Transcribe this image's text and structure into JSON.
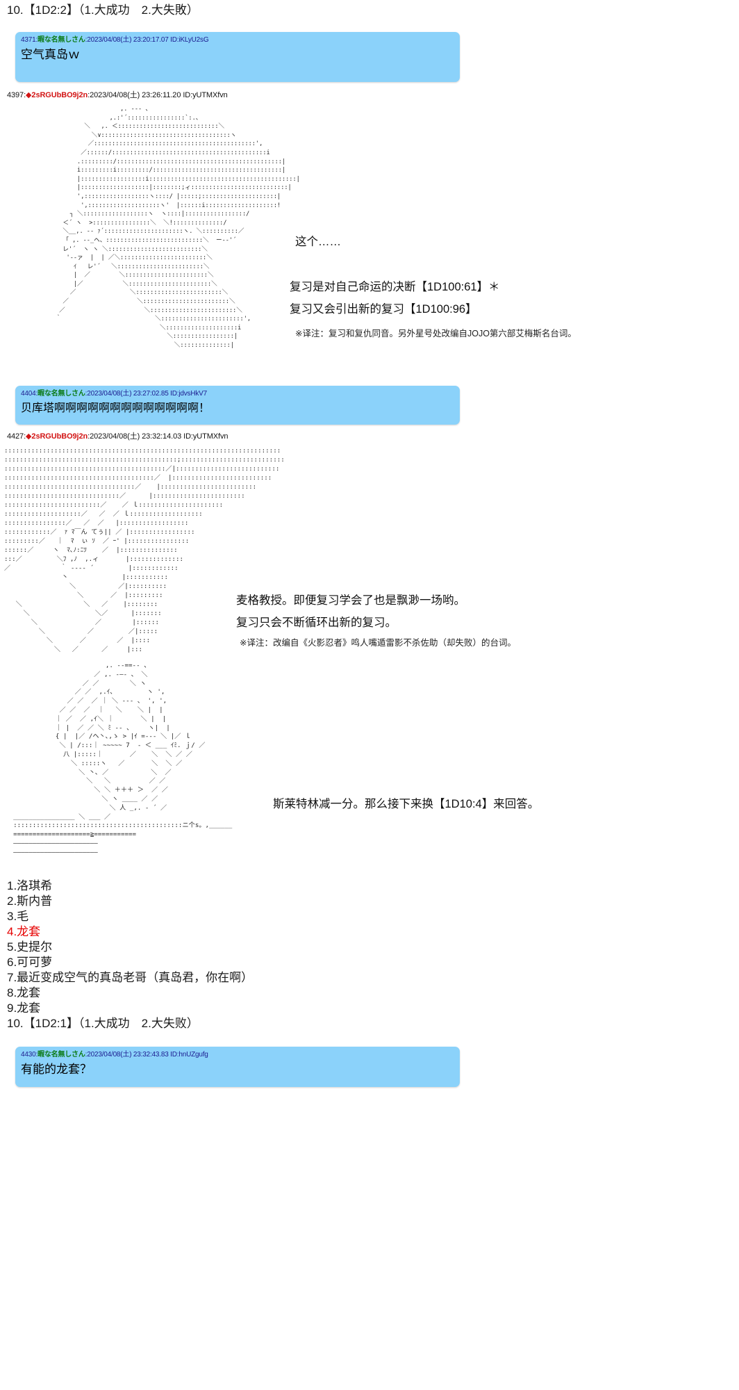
{
  "page": {
    "title": "AA thread page",
    "background_color": "#ffffff",
    "bubble_color": "#8bd2fa",
    "name_color": "#0b7a15",
    "trip_color": "#d21414",
    "highlight_color": "#e60000"
  },
  "top_choice": "10.【1D2:2】（1.大成功　2.大失敗）",
  "posts": [
    {
      "id": "post-4371",
      "style": "bubble",
      "number": "4371",
      "separator1": ":",
      "name": "暇な名無しさん",
      "separator2": ":",
      "date": "2023/04/08(土) 23:20:17.07",
      "user_id": "ID:iKLyU2sG",
      "body": "空气真岛ｗ"
    },
    {
      "id": "post-4397",
      "style": "plain",
      "number": "4397",
      "separator1": ":",
      "diamond": "◆",
      "tripcode": "2sRGUbBO9j",
      "tripcode_tail": "2n",
      "separator2": ":",
      "date": "2023/04/08(土) 23:26:11.20",
      "user_id": "ID:yUTMXfvn"
    },
    {
      "id": "post-4404",
      "style": "bubble",
      "number": "4404",
      "separator1": ":",
      "name": "暇な名無しさん",
      "separator2": ":",
      "date": "2023/04/08(土) 23:27:02.85",
      "user_id": "ID:jdvsHkV7",
      "body": "贝库塔啊啊啊啊啊啊啊啊啊啊啊啊啊！"
    },
    {
      "id": "post-4427",
      "style": "plain",
      "number": "4427",
      "separator1": ":",
      "diamond": "◆",
      "tripcode": "2sRGUbBO9j",
      "tripcode_tail": "2n",
      "separator2": ":",
      "date": "2023/04/08(土) 23:32:14.03",
      "user_id": "ID:yUTMXfvn"
    },
    {
      "id": "post-4430",
      "style": "bubble",
      "number": "4430",
      "separator1": ":",
      "name": "暇な名無しさん",
      "separator2": ":",
      "date": "2023/04/08(土) 23:32:43.83",
      "user_id": "ID:hnUZgufg",
      "body": "有能的龙套？"
    }
  ],
  "scene1": {
    "aa": "                  ,. -‐- 、\n               ,.:'´::::::::::::::::`:.、\n        ＼   ,. ＜::::::::::::::::::::::::::::＼\n          ＼∨::::::::::::::::::::::::::::::::::::ヽ\n         ／:::::::::::::::::::::::::::::::::::::::::::::',\n       ／::::::/:::::::::::::::::::::::::::::::::::::::::::i\n      .:::::::::/::::::::::::::::::::::::::::::::::::::::::::::|\n      i:::::::::i:::::::::/::::::::::::::::::::::::::::::::::::|\n      |::::::::::::::::::i:::::::::::::::::::::::::::::::::::::::::|\n      |:::::::::::::::::::|::::::::;ィ:::::::::::::::::::::::::::|\n      ',::::::::::::::::::ヽ::::/ |:::::;:::::::::::::::::::::|\n       ',::::::::::::::::::::ヽ'  |::::::i::::::::::::::::::::!\n    ┐ ＼::::::::::::::::::ヽ  ヽ::::|:::::::::::::::::/\n  ＜´ ヽ  >::::::::::::::::＼  ＼!::::::::::::::/\n  ＼__,. -‐ ｧ´::::::::::::::::::::::ヽ. ＼::::::::::／\n  「 ,. -‐_ヘ、:::::::::::::::::::::::::::＼  ー-‐'´\n  レ'´  ヽ ヽ ＼::::::::::::::::::::::::::＼\n   '-‐ァ  |  | ／＼::::::::::::::::::::::::＼\n     ｲ   レ'´   ＼::::::::::::::::::::::::＼\n     |  ／        ＼:::::::::::::::::::::::＼\n     |／           ＼:::::::::::::::::::::::＼\n    ／               ＼::::::::::::::::::::::::＼\n  ／                   ＼::::::::::::::::::::::::＼\n ／                      ＼::::::::::::::::::::::::＼\n｀                          ＼:::::::::::::::::::::::',\n                             ＼::::::::::::::::::::i\n                               ＼:::::::::::::::::|\n                                 ＼::::::::::::::|",
    "lines": [
      "这个……",
      "复习是对自己命运的决断【1D100:61】＊",
      "复习又会引出新的复习【1D100:96】"
    ],
    "note": "※译注：复习和复仇同音。另外星号处改编自JOJO第六部艾梅斯名台词。"
  },
  "scene2": {
    "aa": "::::::::::::::::::::::::::::::::::::::::::::::::::::::::::::::::::::::::\n:::::::::::::::::::::::::::::::::::::::::::::;:::::::::::::::::::::::::::\n::::::::::::::::::::::::::::::::::::::::::／|:::::::::::::::::::::::::::\n:::::::::::::::::::::::::::::::::::::::／  |::::::::::::::::::::::::::\n::::::::::::::::::::::::::::::::::／    |:::::::::::::::::::::::::\n::::::::::::::::::::::::::::::／      |::::::::::::::::::::::::\n:::::::::::::::::::::::::／    ／ ｌ::::::::::::::::::::::\n::::::::::::::::::::／   ／  ／ ｌ:::::::::::::::::::\n::::::::::::::::／   ／  ／   |::::::::::::::::::\n::::::::::::／  ｧ ﾏ￣ん てぅ|| ／ |:::::::::::::::::\n:::::::::／   ｜  ﾏ  ぃ ｿ  ／ ｰ' |::::::::::::::::\n::::::／     ヽ  ﾏ､ﾉ:ﾆﾂ    ／  |:::::::::::::::\n:::／         ＼ﾌ ,ﾉ  ,.ィ       |::::::::::::::\n／             ｀ ‐--‐ ´         |::::::::::::\n               丶              |:::::::::::\n                 ＼           ／|::::::::::\n                   ＼       ／  |:::::::::\n   ＼                ＼   ／    |::::::::\n     ＼                 ＼／      |:::::::\n       ＼               ／        |::::::\n         ＼           ／         ／|:::::\n           ＼       ／        ／  |::::\n             ＼   ／      ／     |:::",
    "lines": [
      "麦格教授。即便复习学会了也是飘渺一场哟。",
      "复习只会不断循环出新的复习。"
    ],
    "note": "※译注：改编自《火影忍者》鸣人嘴遁雷影不杀佐助（却失败）的台词。"
  },
  "scene3": {
    "aa": "                          ,. -‐==‐- 、\n                       ／ ,. -―- 、 ＼\n                    ／ ／        ＼ ヽ\n                  ／ ／  ,.ｲ、        ヽ ',\n                ／ ／  ／ ｜ ＼ --- 、 ', ',\n              ／ ／  ／  ｜   ＼    ＼ |  |\n             ｜ ／  ／ ,ｲ＼ ｜       ＼ |  |\n             ｜ |  ／ ／ ＼ ﾐ -- 、    ヽ|  |\n             { |  |／ /ヘ丶､,ゝ > |ｲ =--‐ ＼ |／ ｌ\n              ＼ | /:::｜ ~~~~~ 7  - ＜ ___ ｲﾐ. ｊ/ ／\n               八 |:::::｜       ／    ＼  ＼ ／ ／\n                 ＼ :::::ヽ   ／       ＼  ＼ ／\n                   ＼ 丶､ ／           ＼  ／\n                     ＼   ＼          ／ ／\n                       ＼ ＼ ＋＋＋ ＞  ／ ／\n                         ＼ ヽ ____ ／ ／\n                           ＼ 人 _,. ‐ ´ ／\n  ________________ ＼ ___ ／\n  ::::::::::::::::::::::::::::::::::::::::::::ニ个s。,______\n  ====================≧===========\n  ――――――――――――――――――――――\n  ――――――――――――――――――――――",
    "line": "斯莱特林减一分。那么接下来换【1D10:4】来回答。"
  },
  "choices": [
    {
      "text": "1.洛琪希",
      "highlight": false
    },
    {
      "text": "2.斯内普",
      "highlight": false
    },
    {
      "text": "3.毛",
      "highlight": false
    },
    {
      "text": "4.龙套",
      "highlight": true
    },
    {
      "text": "5.史提尔",
      "highlight": false
    },
    {
      "text": "6.可可萝",
      "highlight": false
    },
    {
      "text": "7.最近变成空气的真岛老哥（真岛君，你在啊）",
      "highlight": false
    },
    {
      "text": "8.龙套",
      "highlight": false
    },
    {
      "text": "9.龙套",
      "highlight": false
    },
    {
      "text": "10.【1D2:1】（1.大成功　2.大失败）",
      "highlight": false
    }
  ]
}
